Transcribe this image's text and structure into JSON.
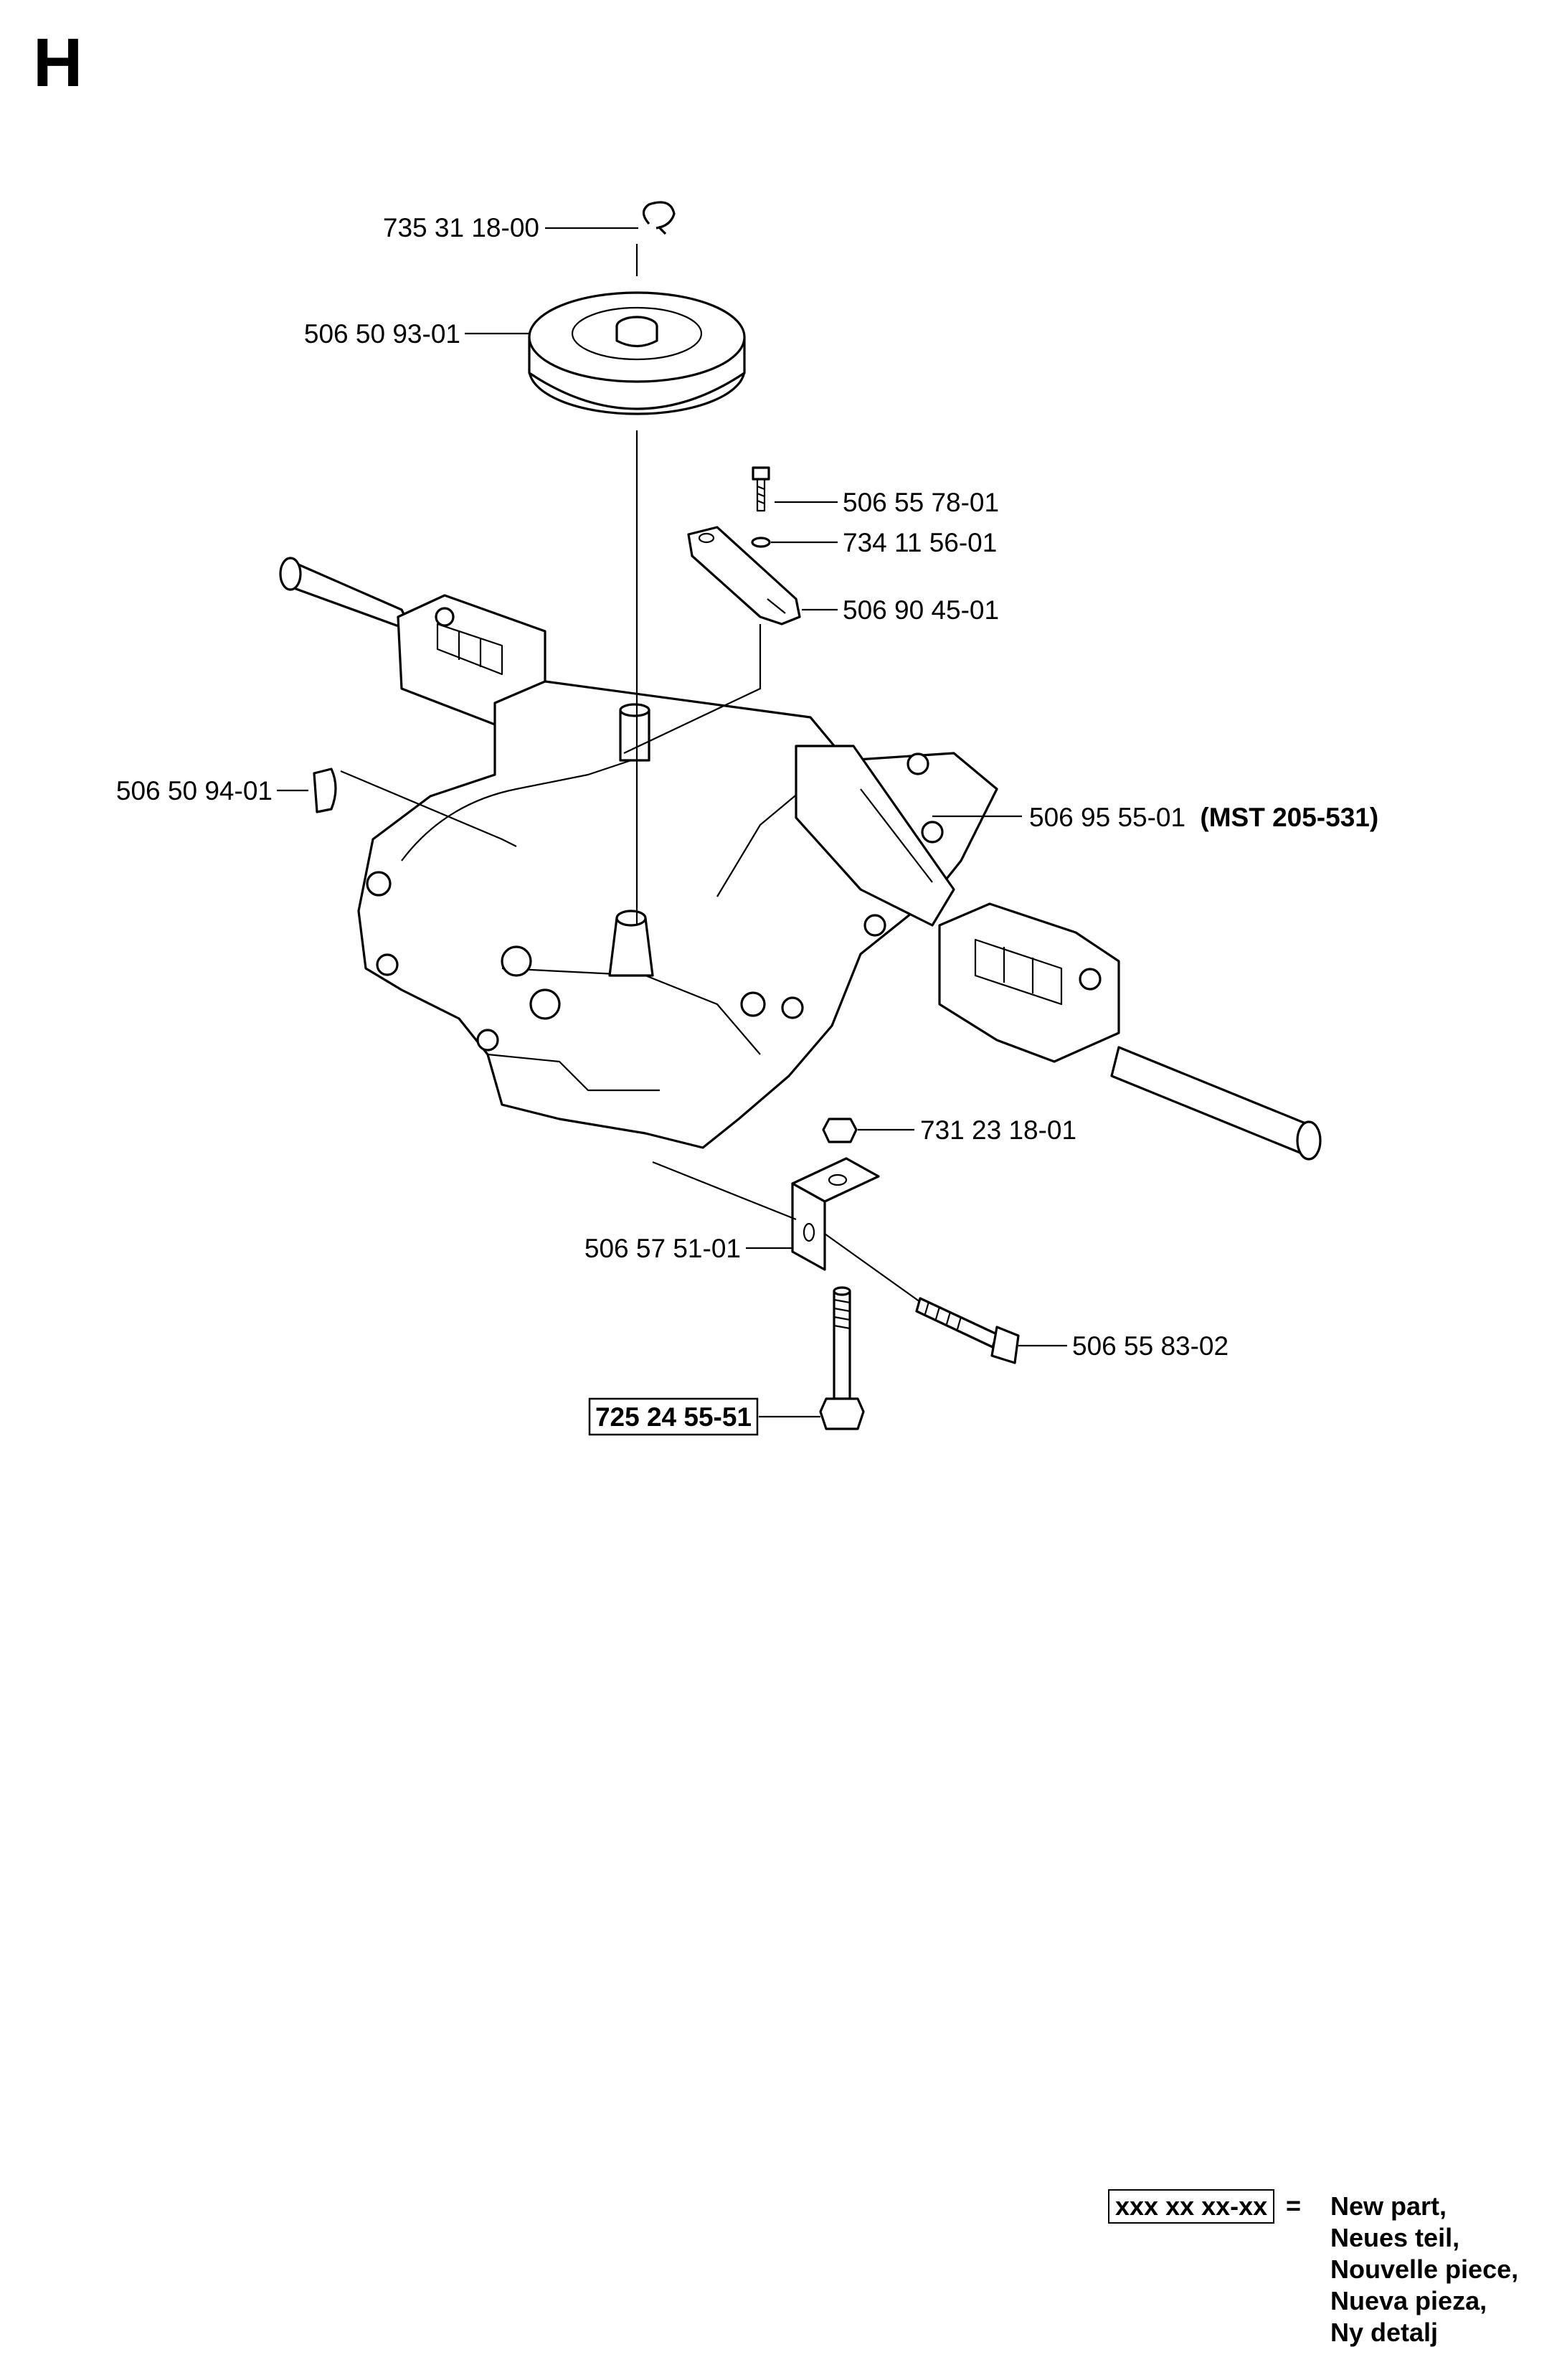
{
  "page": {
    "section_letter": "H"
  },
  "parts": [
    {
      "id": "735 31 18-00"
    },
    {
      "id": "506 50 93-01"
    },
    {
      "id": "506 55 78-01"
    },
    {
      "id": "734 11 56-01"
    },
    {
      "id": "506 90 45-01"
    },
    {
      "id": "506 50 94-01"
    },
    {
      "id": "506 95 55-01",
      "note": "(MST 205-531)"
    },
    {
      "id": "731 23 18-01"
    },
    {
      "id": "506 57 51-01"
    },
    {
      "id": "506 55 83-02"
    },
    {
      "id": "725 24 55-51",
      "new_part": true
    }
  ],
  "legend": {
    "code": "xxx xx xx-xx",
    "equals": "=",
    "lines": [
      "New part,",
      "Neues teil,",
      "Nouvelle piece,",
      "Nueva pieza,",
      "Ny detalj"
    ]
  }
}
